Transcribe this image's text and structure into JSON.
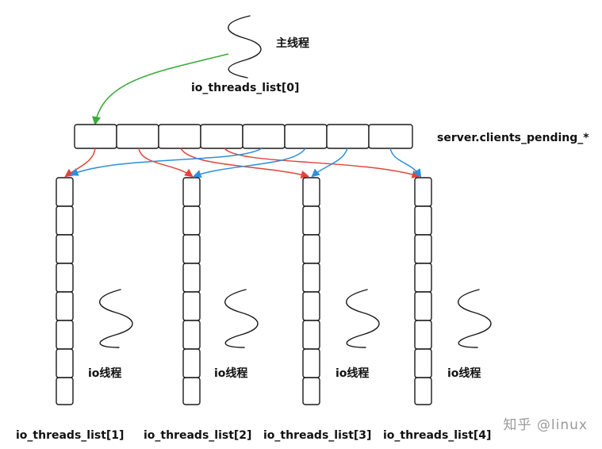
{
  "main_thread": {
    "label": "主线程",
    "list_label": "io_threads_list[0]"
  },
  "pending_array": {
    "label": "server.clients_pending_*",
    "cell_count": 8
  },
  "io_threads": [
    {
      "label": "io线程",
      "list_label": "io_threads_list[1]"
    },
    {
      "label": "io线程",
      "list_label": "io_threads_list[2]"
    },
    {
      "label": "io线程",
      "list_label": "io_threads_list[3]"
    },
    {
      "label": "io线程",
      "list_label": "io_threads_list[4]"
    }
  ],
  "io_list_cell_count": 8,
  "watermark": "知乎 @linux",
  "colors": {
    "arrow_green": "#3cab3c",
    "arrow_red": "#e0453a",
    "arrow_blue": "#2f8fdc",
    "stroke": "#1a1a1a"
  }
}
